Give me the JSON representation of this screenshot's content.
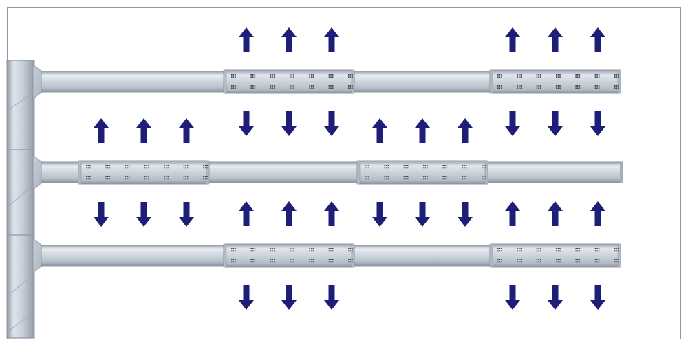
{
  "diagram": {
    "colors": {
      "pipe_light": "#e4e8ee",
      "pipe_mid": "#c3cad3",
      "pipe_dark": "#8e98a4",
      "perforated_light": "#dde2e8",
      "perforated_dark": "#9ca6b2",
      "hole": "#3f4854",
      "arrow": "#1e1e78",
      "frame": "#8a9aac"
    },
    "icons": {
      "arrow_up": "arrow-up-icon",
      "arrow_down": "arrow-down-icon"
    },
    "vertical_header": {
      "joint_count": 4
    },
    "laterals": [
      {
        "name": "lateral-1",
        "perforated_segments": 2,
        "arrows_per_side": 3
      },
      {
        "name": "lateral-2",
        "perforated_segments": 2,
        "arrows_per_side": 3
      },
      {
        "name": "lateral-3",
        "perforated_segments": 2,
        "arrows_per_side": 3
      }
    ]
  }
}
